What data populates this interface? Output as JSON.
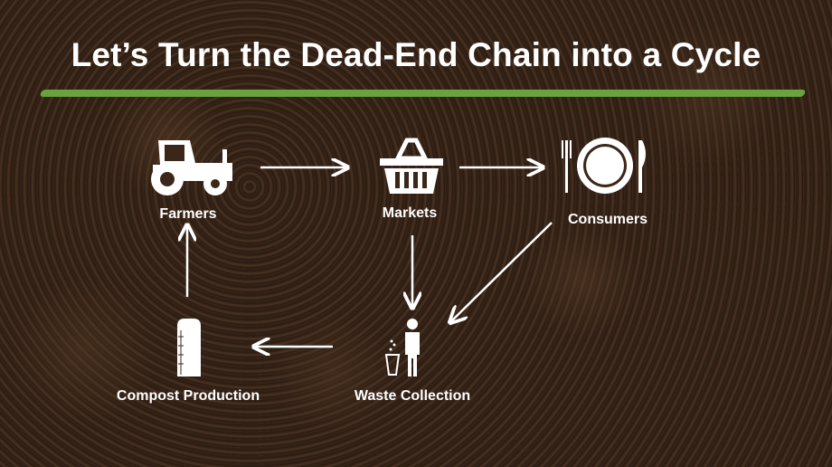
{
  "title": "Let’s Turn the Dead-End Chain into a Cycle",
  "nodes": {
    "farmers": "Farmers",
    "markets": "Markets",
    "consumers": "Consumers",
    "compost": "Compost Production",
    "waste": "Waste Collection"
  },
  "colors": {
    "accent": "#6aa23e",
    "text": "#ffffff"
  }
}
